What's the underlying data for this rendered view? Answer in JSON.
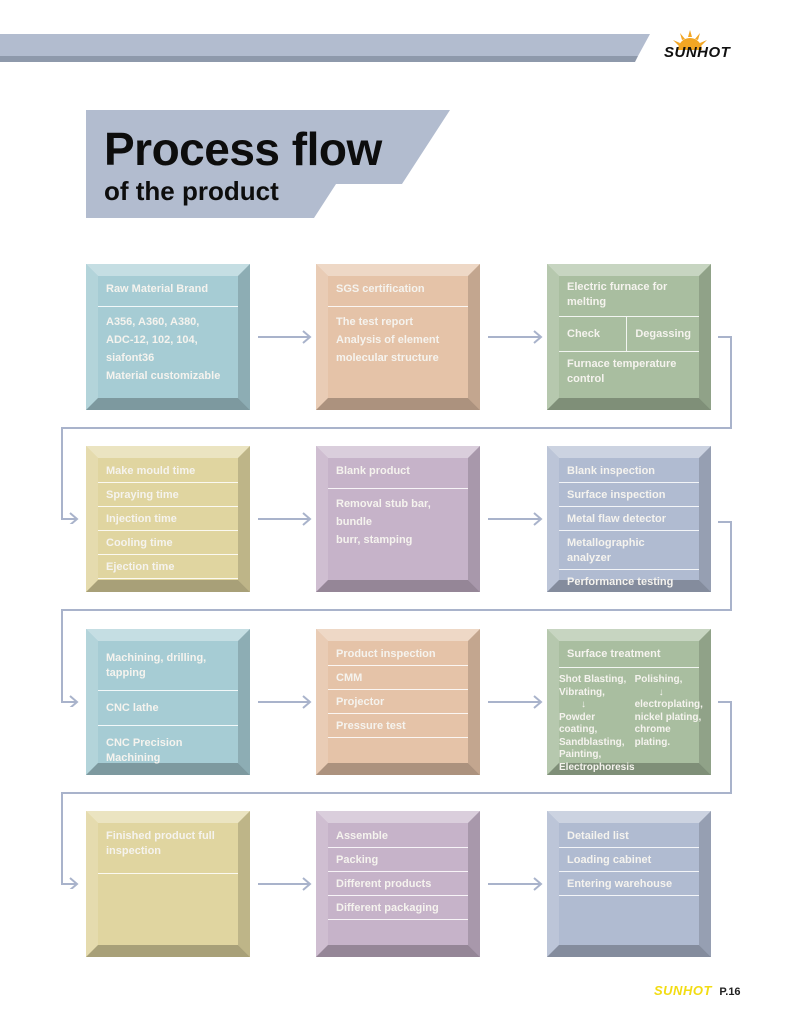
{
  "header": {
    "brand": "SUNHOT",
    "title": "Process flow",
    "subtitle": "of the product"
  },
  "colors": {
    "bar": "#b2bccf",
    "bar_shadow": "#8e99ab",
    "arrow": "#a9b3cb",
    "blue": "#a6ccd4",
    "peach": "#e5c3a8",
    "green": "#a9bea0",
    "yellow": "#e0d5a0",
    "purple": "#c6b3c9",
    "slate": "#b0bbd1",
    "sun": "#f2a624",
    "footer_brand": "#f2dc13"
  },
  "steps": [
    {
      "id": "raw-material",
      "color": "blue",
      "title": "Raw Material Brand",
      "lines": [
        "A356, A360, A380,",
        "ADC-12, 102, 104,",
        "siafont36",
        "Material customizable"
      ]
    },
    {
      "id": "sgs-certification",
      "color": "peach",
      "title": "SGS certification",
      "lines": [
        "The test report",
        "Analysis of element",
        "molecular structure"
      ]
    },
    {
      "id": "electric-furnace",
      "color": "green",
      "title": "Electric furnace for melting",
      "split": [
        "Check",
        "Degassing"
      ],
      "lines": [
        "Furnace temperature control"
      ]
    },
    {
      "id": "die-casting",
      "color": "yellow",
      "items": [
        "Make mould time",
        "Spraying time",
        "Injection time",
        "Cooling time",
        "Ejection time"
      ]
    },
    {
      "id": "blank-product",
      "color": "purple",
      "title": "Blank product",
      "lines": [
        "Removal stub bar,",
        "bundle",
        "burr, stamping"
      ]
    },
    {
      "id": "blank-inspection",
      "color": "slate",
      "items": [
        "Blank inspection",
        "Surface inspection",
        "Metal flaw detector",
        "Metallographic analyzer",
        "Performance testing"
      ]
    },
    {
      "id": "machining",
      "color": "blue",
      "sections": [
        "Machining, drilling, tapping",
        "CNC lathe",
        "CNC Precision Machining"
      ]
    },
    {
      "id": "product-inspection",
      "color": "peach",
      "items": [
        "Product inspection",
        "CMM",
        "Projector",
        "Pressure test"
      ]
    },
    {
      "id": "surface-treatment",
      "color": "green",
      "title": "Surface treatment",
      "left": [
        "Shot Blasting,",
        "Vibrating,",
        "↓",
        "Powder coating,",
        "Sandblasting,",
        "Painting,",
        "Electrophoresis"
      ],
      "right": [
        "Polishing,",
        "↓",
        "electroplating,",
        "nickel plating,",
        "chrome",
        "plating."
      ]
    },
    {
      "id": "final-inspection",
      "color": "yellow",
      "title": "Finished product full inspection"
    },
    {
      "id": "packing",
      "color": "purple",
      "items": [
        "Assemble",
        "Packing",
        "Different products",
        "Different packaging"
      ]
    },
    {
      "id": "shipping",
      "color": "slate",
      "items": [
        "Detailed list",
        "Loading cabinet",
        "Entering warehouse"
      ]
    }
  ],
  "footer": {
    "brand": "SUNHOT",
    "page": "P.16"
  }
}
